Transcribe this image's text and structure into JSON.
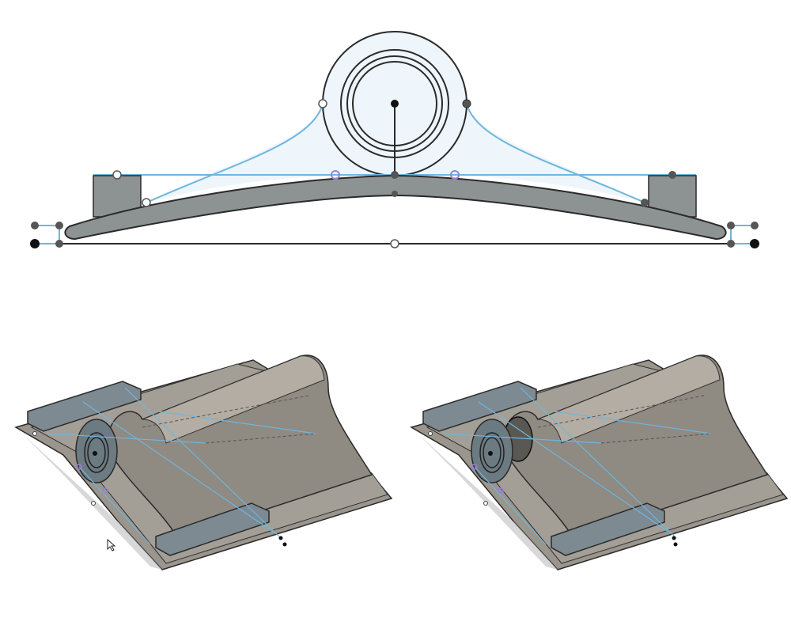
{
  "app": {
    "kind": "cad-sketch-viewport",
    "background": "#ffffff"
  },
  "colors": {
    "sketch_line": "#6fb6dc",
    "profile_fill": "#eef6fc",
    "body_fill": "#8d9292",
    "body_dark": "#6f7474",
    "body_light": "#b5b0a8",
    "construction_point": "#9b7fd6",
    "point_dark": "#333333",
    "edge": "#2a2a2a"
  },
  "views": {
    "top_view": {
      "label": "sketch-front-view"
    },
    "iso_view_left": {
      "label": "model-iso-view-before"
    },
    "iso_view_right": {
      "label": "model-iso-view-after"
    }
  },
  "cursor": {
    "icon": "arrow-cursor-icon"
  }
}
